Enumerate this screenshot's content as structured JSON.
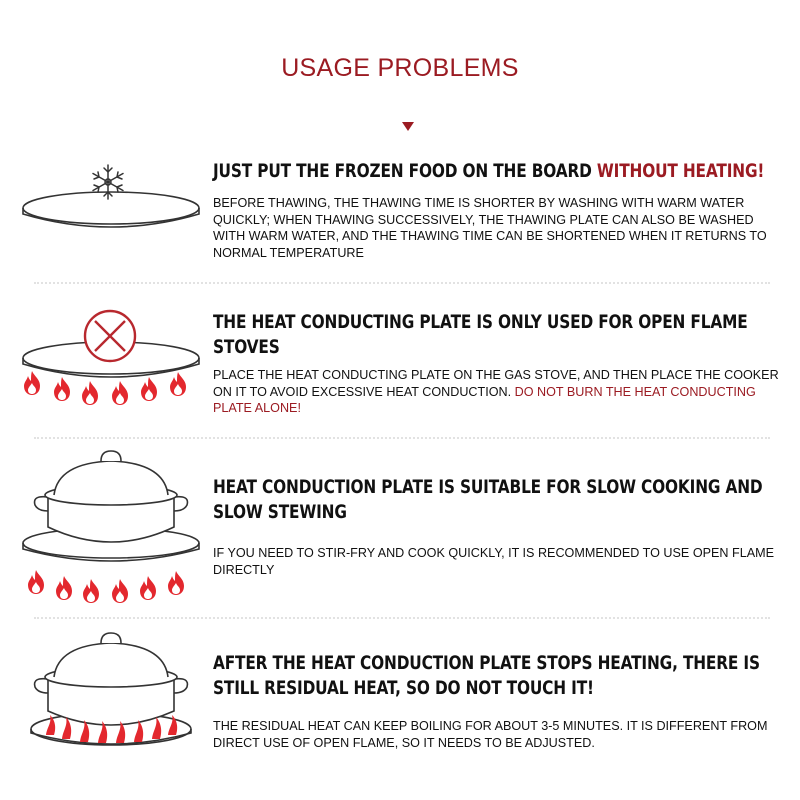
{
  "title": "USAGE PROBLEMS",
  "colors": {
    "accent": "#9b1b22",
    "flame": "#e3282e",
    "text": "#111111",
    "outline": "#333333"
  },
  "sections": [
    {
      "heading": "JUST PUT THE FROZEN FOOD ON THE BOARD",
      "heading_accent": "WITHOUT HEATING!",
      "desc": "BEFORE THAWING, THE THAWING TIME IS SHORTER BY WASHING WITH WARM WATER QUICKLY; WHEN THAWING SUCCESSIVELY, THE THAWING PLATE CAN ALSO BE WASHED WITH WARM WATER, AND THE THAWING TIME CAN BE SHORTENED WHEN IT RETURNS TO NORMAL TEMPERATURE",
      "desc_accent": "",
      "icon": "snowflake-plate"
    },
    {
      "heading": "THE HEAT CONDUCTING PLATE IS ONLY USED FOR OPEN FLAME STOVES",
      "heading_accent": "",
      "desc": "PLACE THE HEAT CONDUCTING PLATE ON THE GAS STOVE, AND THEN PLACE THE COOKER ON IT TO AVOID EXCESSIVE HEAT CONDUCTION.",
      "desc_accent": "DO NOT BURN THE HEAT CONDUCTING PLATE ALONE!",
      "icon": "crossed-plate-flames"
    },
    {
      "heading": "HEAT CONDUCTION PLATE IS SUITABLE FOR SLOW COOKING AND SLOW STEWING",
      "heading_accent": "",
      "desc": "IF YOU NEED TO STIR-FRY AND COOK QUICKLY, IT IS RECOMMENDED TO USE OPEN FLAME DIRECTLY",
      "desc_accent": "",
      "icon": "pot-on-plate-flames"
    },
    {
      "heading": "AFTER THE HEAT CONDUCTION PLATE STOPS HEATING, THERE IS STILL RESIDUAL HEAT, SO DO NOT TOUCH IT!",
      "heading_accent": "",
      "desc": "THE RESIDUAL HEAT CAN KEEP BOILING FOR ABOUT 3-5 MINUTES. IT IS DIFFERENT FROM DIRECT USE OF OPEN FLAME, SO IT NEEDS TO BE ADJUSTED.",
      "desc_accent": "",
      "icon": "pot-residual-heat"
    }
  ]
}
